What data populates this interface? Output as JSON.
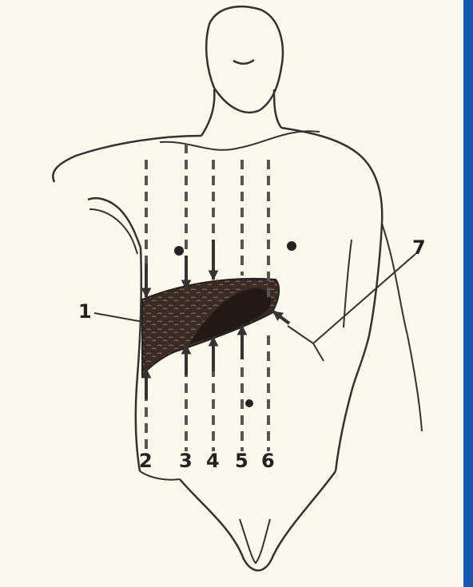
{
  "figure": {
    "labels": {
      "liver": "1",
      "line_2": "2",
      "line_3": "3",
      "line_4": "4",
      "line_5": "5",
      "line_6": "6",
      "pointer_7": "7"
    },
    "colors": {
      "background": "#fbf8ec",
      "ink": "#222222",
      "liver": "#3a2a22",
      "blue_bar": "#1559b3"
    }
  }
}
